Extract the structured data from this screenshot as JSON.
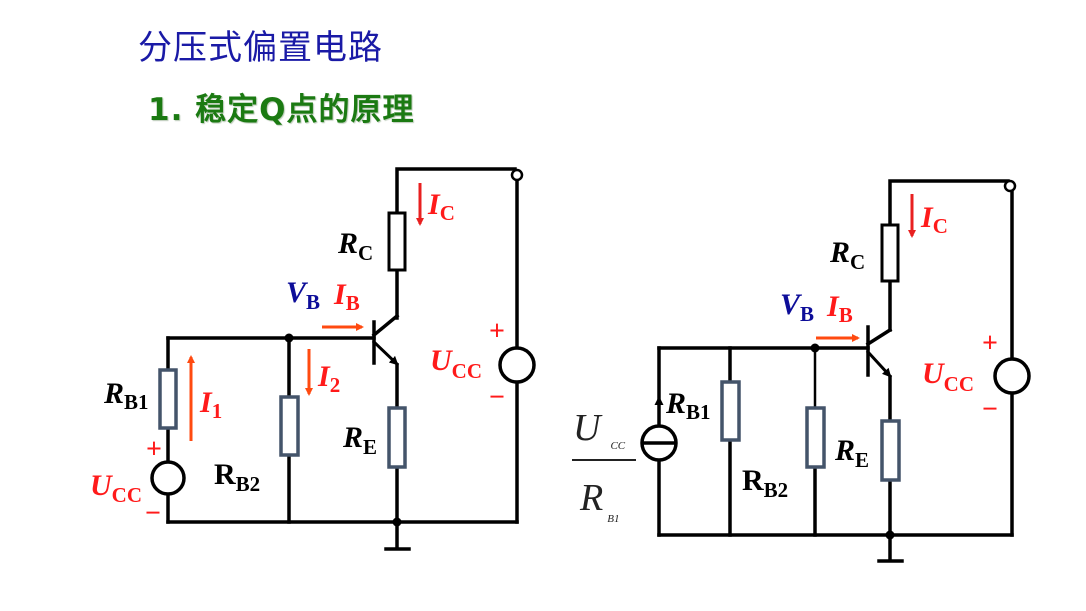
{
  "header": {
    "title": "分压式偏置电路",
    "subtitle": "1.  稳定Q点的原理"
  },
  "colors": {
    "title": "#1a1aa6",
    "subtitle": "#1b7a12",
    "current_label": "#ff1a1a",
    "voltage_label": "#0d0d99",
    "arrow": "#ff4a10",
    "resistor_outline": "#44546a",
    "wire": "#000000"
  },
  "left_circuit": {
    "rc_main": "R",
    "rc_sub": "C",
    "re_main": "R",
    "re_sub": "E",
    "rb1_main": "R",
    "rb1_sub": "B1",
    "rb2_main": "R",
    "rb2_sub": "B2",
    "vb_main": "V",
    "vb_sub": "B",
    "ib_main": "I",
    "ib_sub": "B",
    "ic_main": "I",
    "ic_sub": "C",
    "i1_main": "I",
    "i1_sub": "1",
    "i2_main": "I",
    "i2_sub": "2",
    "ucc_main": "U",
    "ucc_sub": "CC",
    "source_left_main": "U",
    "source_left_sub": "CC",
    "plus": "+",
    "minus": "−"
  },
  "right_circuit": {
    "rc_main": "R",
    "rc_sub": "C",
    "re_main": "R",
    "re_sub": "E",
    "rb1_main": "R",
    "rb1_sub": "B1",
    "rb2_main": "R",
    "rb2_sub": "B2",
    "vb_main": "V",
    "vb_sub": "B",
    "ib_main": "I",
    "ib_sub": "B",
    "ic_main": "I",
    "ic_sub": "C",
    "ucc_main": "U",
    "ucc_sub": "CC",
    "frac_num_main": "U",
    "frac_num_sub": "CC",
    "frac_den_main": "R",
    "frac_den_sub": "B1",
    "plus": "+",
    "minus": "−"
  }
}
